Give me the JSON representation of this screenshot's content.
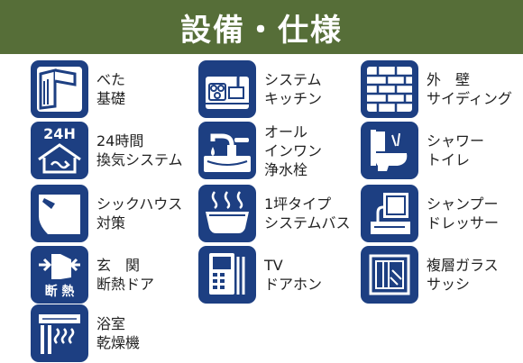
{
  "header": {
    "title": "設備・仕様"
  },
  "colors": {
    "header_bg": "#566e38",
    "icon_bg": "#1d3f82",
    "text": "#222222"
  },
  "items": [
    {
      "icon": "foundation-icon",
      "lines": [
        "べた",
        "基礎"
      ]
    },
    {
      "icon": "kitchen-icon",
      "lines": [
        "システム",
        "キッチン"
      ]
    },
    {
      "icon": "siding-icon",
      "lines": [
        "外　壁",
        "サイディング"
      ]
    },
    {
      "icon": "ventilation-icon",
      "lines": [
        "24時間",
        "換気システム"
      ],
      "icon_text": "24H"
    },
    {
      "icon": "faucet-icon",
      "lines": [
        "オール",
        "インワン",
        "浄水栓"
      ]
    },
    {
      "icon": "toilet-icon",
      "lines": [
        "シャワー",
        "トイレ"
      ]
    },
    {
      "icon": "sick-house-icon",
      "lines": [
        "シックハウス",
        "対策"
      ]
    },
    {
      "icon": "bathtub-icon",
      "lines": [
        "1坪タイプ",
        "システムバス"
      ]
    },
    {
      "icon": "shampoo-dresser-icon",
      "lines": [
        "シャンプー",
        "ドレッサー"
      ]
    },
    {
      "icon": "insulated-door-icon",
      "lines": [
        "玄　関",
        "断熱ドア"
      ],
      "icon_text": "断 熱"
    },
    {
      "icon": "intercom-icon",
      "lines": [
        "TV",
        "ドアホン"
      ]
    },
    {
      "icon": "double-glass-icon",
      "lines": [
        "複層ガラス",
        "サッシ"
      ]
    },
    {
      "icon": "bathroom-dryer-icon",
      "lines": [
        "浴室",
        "乾燥機"
      ]
    }
  ]
}
